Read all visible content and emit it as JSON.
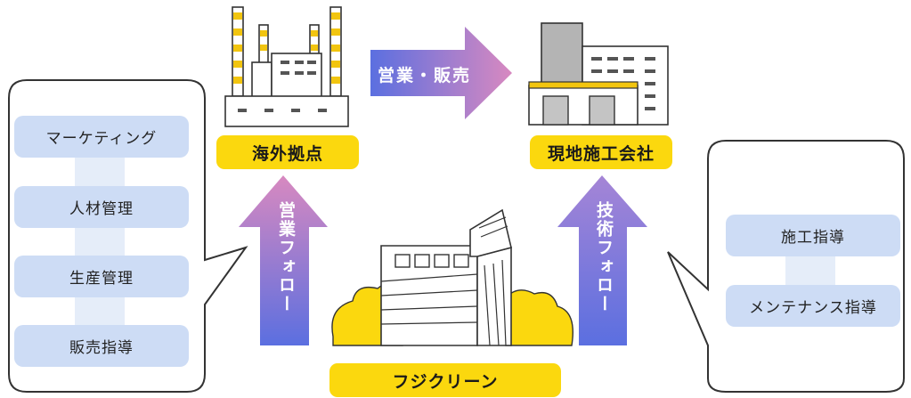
{
  "left_panel": {
    "items": [
      "マーケティング",
      "人材管理",
      "生産管理",
      "販売指導"
    ]
  },
  "right_panel": {
    "items": [
      "施工指導",
      "メンテナンス指導"
    ]
  },
  "nodes": {
    "overseas_base": "海外拠点",
    "local_contractor": "現地施工会社",
    "fuji_clean": "フジクリーン"
  },
  "arrows": {
    "sales": "営業・販売",
    "sales_follow": "営業フォロー",
    "tech_follow": "技術フォロー"
  }
}
